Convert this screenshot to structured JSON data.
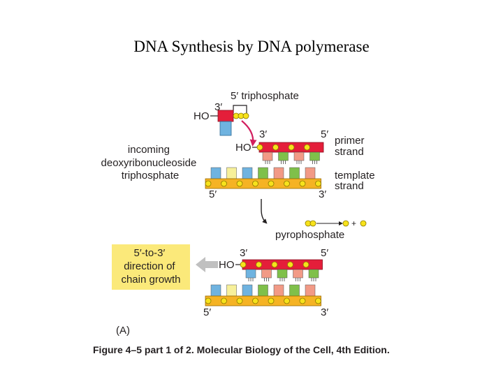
{
  "slide": {
    "title": "DNA Synthesis by DNA polymerase"
  },
  "figure": {
    "triphosphate_label": "5′ triphosphate",
    "incoming_3prime": "3′",
    "ho": "HO",
    "incoming_label_lines": [
      "incoming",
      "deoxyribonucleoside",
      "triphosphate"
    ],
    "top_primer": {
      "left_end": "3′",
      "right_end": "5′"
    },
    "top_template": {
      "left_end": "5′",
      "right_end": "3′"
    },
    "primer_strand_lines": [
      "primer",
      "strand"
    ],
    "template_strand_lines": [
      "template",
      "strand"
    ],
    "plus_sign": "+",
    "pyrophosphate_label": "pyrophosphate",
    "direction_box_lines": [
      "5′-to-3′",
      "direction of",
      "chain growth"
    ],
    "bottom_primer": {
      "left_end": "3′",
      "right_end": "5′"
    },
    "bottom_template": {
      "left_end": "5′",
      "right_end": "3′"
    },
    "panel_label": "(A)",
    "caption": "Figure 4–5 part 1 of 2. Molecular Biology of the Cell, 4th Edition.",
    "colors": {
      "primer_backbone": "#e41e3a",
      "template_backbone": "#f5b324",
      "phosphate": "#f7e21b",
      "base_blue": "#6fb3e0",
      "base_salmon": "#f29a86",
      "base_green": "#7fc04a",
      "base_yellow": "#f7f09a",
      "direction_box": "#fbe97a",
      "arrow": "#c0c0c0",
      "incoming_arrow": "#d21e5f"
    }
  }
}
